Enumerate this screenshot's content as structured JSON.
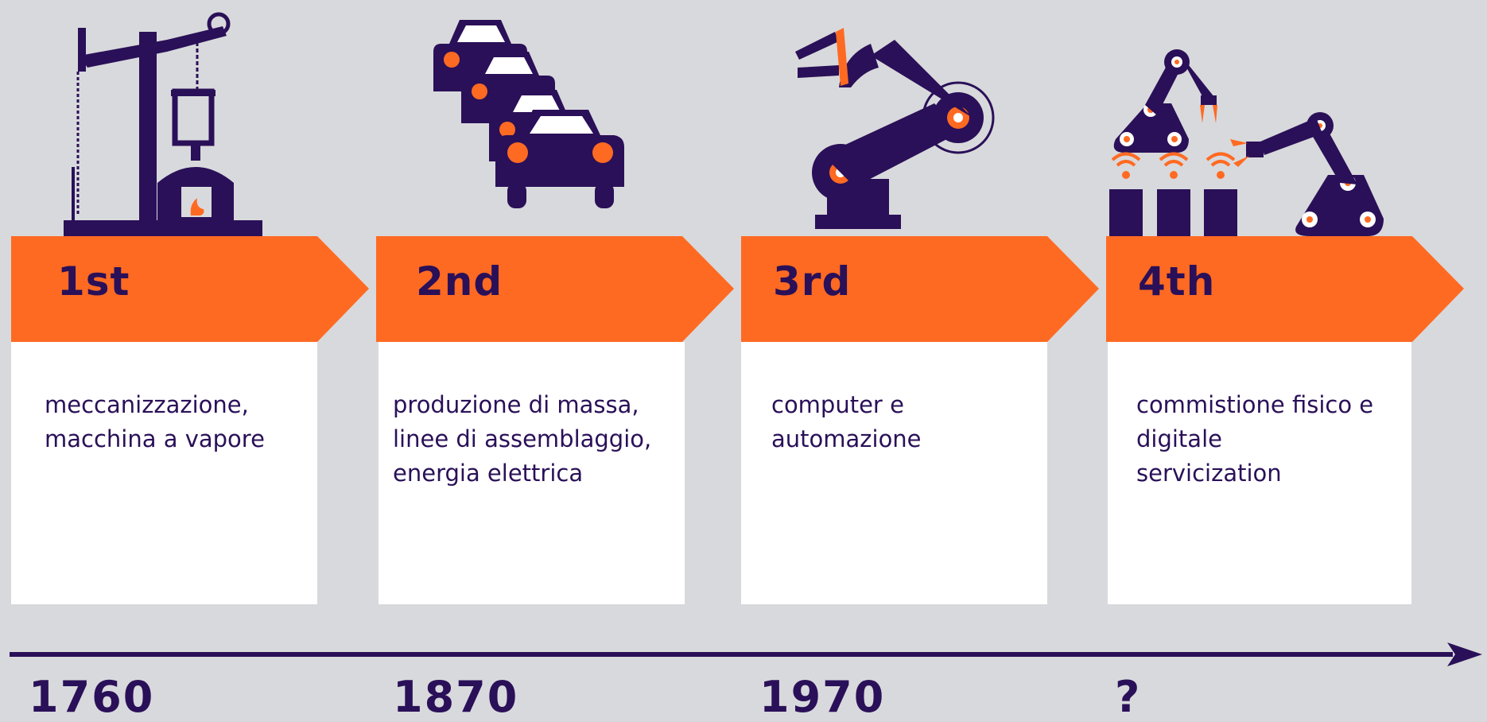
{
  "colors": {
    "background": "#d8d9dc",
    "accent": "#ff6a22",
    "ink": "#2a1058",
    "card": "#ffffff"
  },
  "stages": [
    {
      "label": "1st",
      "description": "meccanizzazione,\nmacchina a vapore",
      "year": "1760",
      "icon": "steam-engine-icon"
    },
    {
      "label": "2nd",
      "description": "produzione di massa,\nlinee di assemblaggio,\nenergia elettrica",
      "year": "1870",
      "icon": "cars-icon"
    },
    {
      "label": "3rd",
      "description": "computer e\nautomazione",
      "year": "1970",
      "icon": "robot-arm-icon"
    },
    {
      "label": "4th",
      "description": "commistione fisico e\ndigitale\nservicization",
      "year": "?",
      "icon": "connected-robots-icon"
    }
  ]
}
